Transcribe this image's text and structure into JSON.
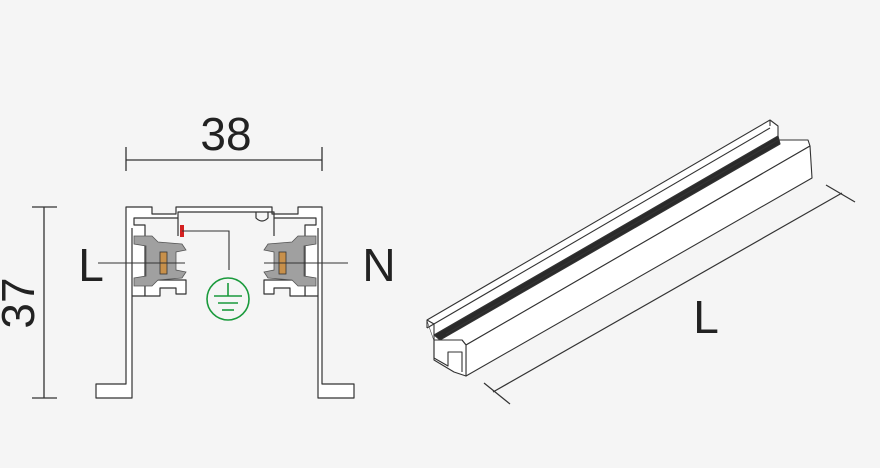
{
  "labels": {
    "width_dim": "38",
    "height_dim": "37",
    "left_conductor": "L",
    "right_conductor": "N",
    "length_dim": "L"
  },
  "colors": {
    "background": "#f5f5f5",
    "line": "#333333",
    "profile_fill": "#ffffff",
    "clip_gray": "#9a9a9a",
    "conductor_copper": "#c8904a",
    "ground_green": "#1a9a3c",
    "marker_red": "#d42020"
  },
  "icons": {
    "ground": "ground-symbol-icon"
  }
}
